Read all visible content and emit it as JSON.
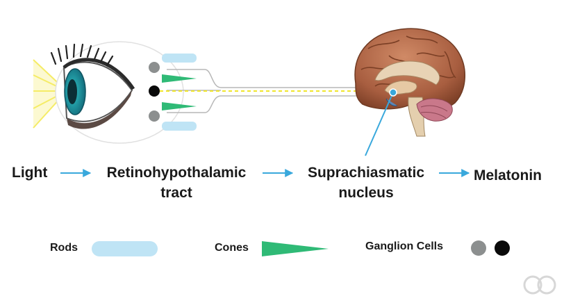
{
  "flow": {
    "step1": "Light",
    "step2_line1": "Retinohypothalamic",
    "step2_line2": "tract",
    "step3_line1": "Suprachiasmatic",
    "step3_line2": "nucleus",
    "step4": "Melatonin"
  },
  "legend": {
    "rods": "Rods",
    "cones": "Cones",
    "ganglion": "Ganglion Cells"
  },
  "colors": {
    "light_rays": "#f5ec66",
    "rod": "#bfe4f5",
    "cone": "#2fba76",
    "ganglion_gray": "#8c8f8f",
    "ganglion_black": "#0a0a0a",
    "arrow": "#39a8dc",
    "iris": "#2aa7b0",
    "brain": "#b46a4a"
  }
}
